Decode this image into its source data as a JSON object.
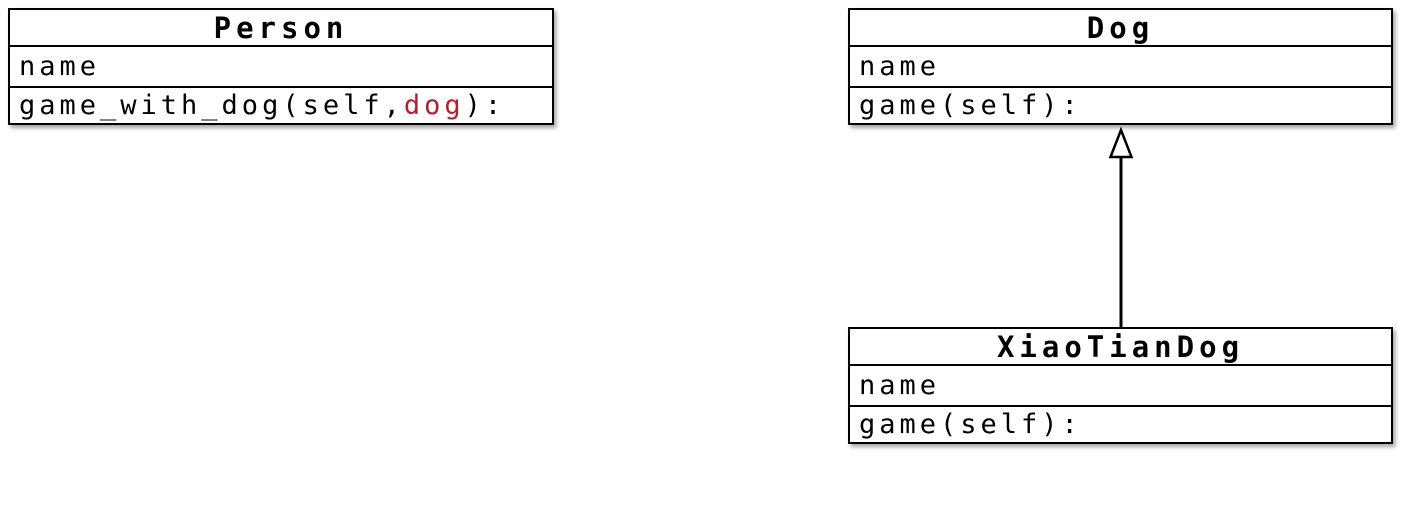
{
  "colors": {
    "background": "#ffffff",
    "line": "#000000",
    "text": "#000000",
    "highlight": "#b2202e"
  },
  "diagram": {
    "type": "uml-class-diagram",
    "classes": [
      {
        "name": "Person",
        "attribute": "name",
        "method_segments": [
          {
            "text": "game_with_dog(self, ",
            "highlight": false
          },
          {
            "text": "dog",
            "highlight": true
          },
          {
            "text": "):",
            "highlight": false
          }
        ]
      },
      {
        "name": "Dog",
        "attribute": "name",
        "method_segments": [
          {
            "text": "game(self):",
            "highlight": false
          }
        ]
      },
      {
        "name": "XiaoTianDog",
        "attribute": "name",
        "method_segments": [
          {
            "text": "game(self):",
            "highlight": false
          }
        ]
      }
    ],
    "relationships": [
      {
        "type": "inheritance",
        "from": "XiaoTianDog",
        "to": "Dog"
      }
    ]
  }
}
